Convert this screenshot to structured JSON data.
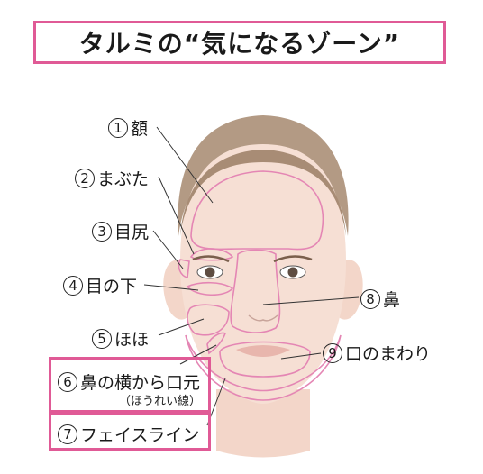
{
  "title": "タルミの“気になるゾーン”",
  "zones": [
    {
      "num": "1",
      "label": "額"
    },
    {
      "num": "2",
      "label": "まぶた"
    },
    {
      "num": "3",
      "label": "目尻"
    },
    {
      "num": "4",
      "label": "目の下"
    },
    {
      "num": "5",
      "label": "ほほ"
    },
    {
      "num": "6",
      "label": "鼻の横から口元",
      "sublabel": "（ほうれい線）"
    },
    {
      "num": "7",
      "label": "フェイスライン"
    },
    {
      "num": "8",
      "label": "鼻"
    },
    {
      "num": "9",
      "label": "口のまわり"
    }
  ],
  "colors": {
    "accent": "#e05a96",
    "skin": "#f6dfd4",
    "hair": "#b39a84",
    "zone_outline": "#e486b4"
  }
}
